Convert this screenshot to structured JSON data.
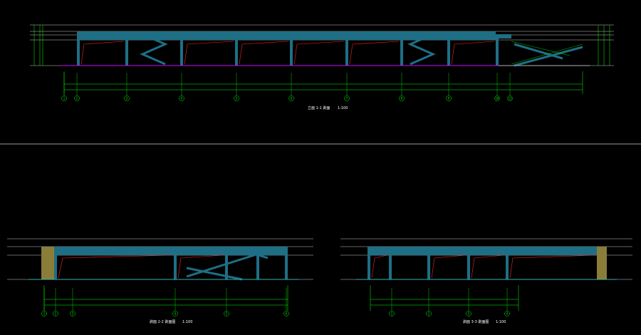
{
  "drawing": {
    "background": "#000000",
    "colors": {
      "slab": "#1e6f86",
      "green": "#00ff00",
      "red": "#ff2020",
      "white": "#ffffff",
      "magenta": "#d000ff",
      "yellow": "#ffff00",
      "cyan": "#00ffff",
      "blue": "#2a7bd8"
    }
  },
  "views": [
    {
      "id": "top-elevation",
      "title": "立面 1-1 剥面",
      "scale": "1:100",
      "axes": [
        "1",
        "2",
        "3",
        "4",
        "5",
        "6",
        "7",
        "8",
        "9",
        "10",
        "11"
      ]
    },
    {
      "id": "bottom-left-elevation",
      "title": "剥面 2-2 剥面图",
      "scale": "1:100",
      "axes": [
        "1",
        "2",
        "3",
        "4",
        "5",
        "6"
      ]
    },
    {
      "id": "bottom-right-elevation",
      "title": "剥面 3-3 剥面图",
      "scale": "1:100",
      "axes": [
        "1",
        "2",
        "3",
        "4"
      ]
    }
  ]
}
